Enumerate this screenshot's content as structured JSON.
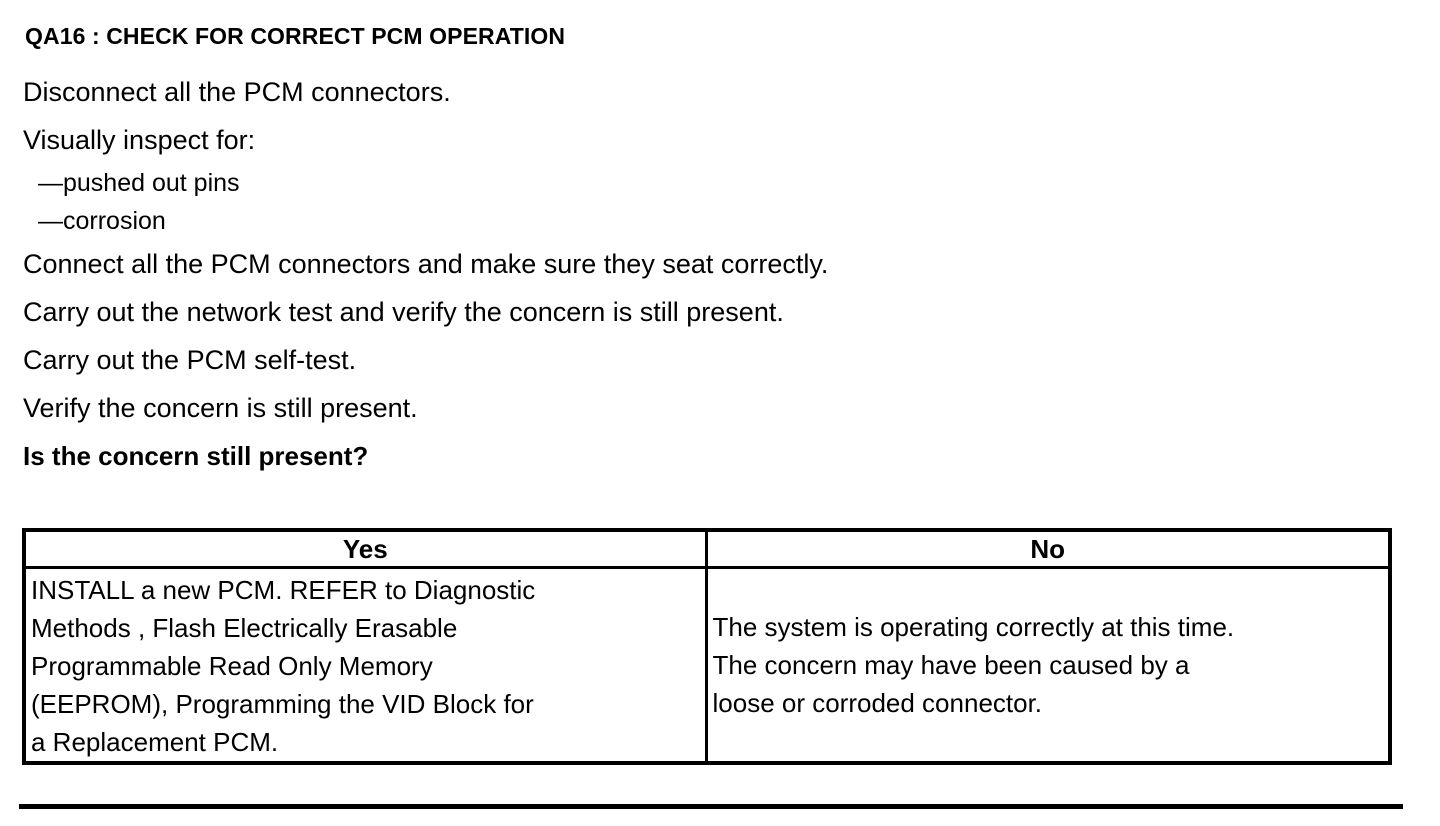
{
  "document": {
    "step_title": "QA16 : CHECK FOR CORRECT PCM OPERATION",
    "instructions": [
      "Disconnect all the PCM connectors.",
      "Visually inspect for:"
    ],
    "inspect_bullets": [
      "—pushed out pins",
      "—corrosion"
    ],
    "instructions_cont": [
      "Connect all the PCM connectors and make sure they seat correctly.",
      "Carry out the network test and verify the concern is still present.",
      "Carry out the PCM self-test.",
      "Verify the concern is still present."
    ],
    "question": "Is the concern still present?"
  },
  "decision_table": {
    "headers": {
      "yes": "Yes",
      "no": "No"
    },
    "yes_cell_lines": [
      "INSTALL a new PCM. REFER to Diagnostic",
      "Methods , Flash Electrically Erasable",
      "Programmable Read Only Memory",
      "(EEPROM), Programming the VID Block for",
      " a Replacement PCM."
    ],
    "no_cell_lines": [
      "The system is operating correctly at this time.",
      "The concern may have been caused by a",
      "loose or corroded connector."
    ]
  },
  "colors": {
    "text": "#000000",
    "background": "#ffffff",
    "rule": "#000000"
  }
}
